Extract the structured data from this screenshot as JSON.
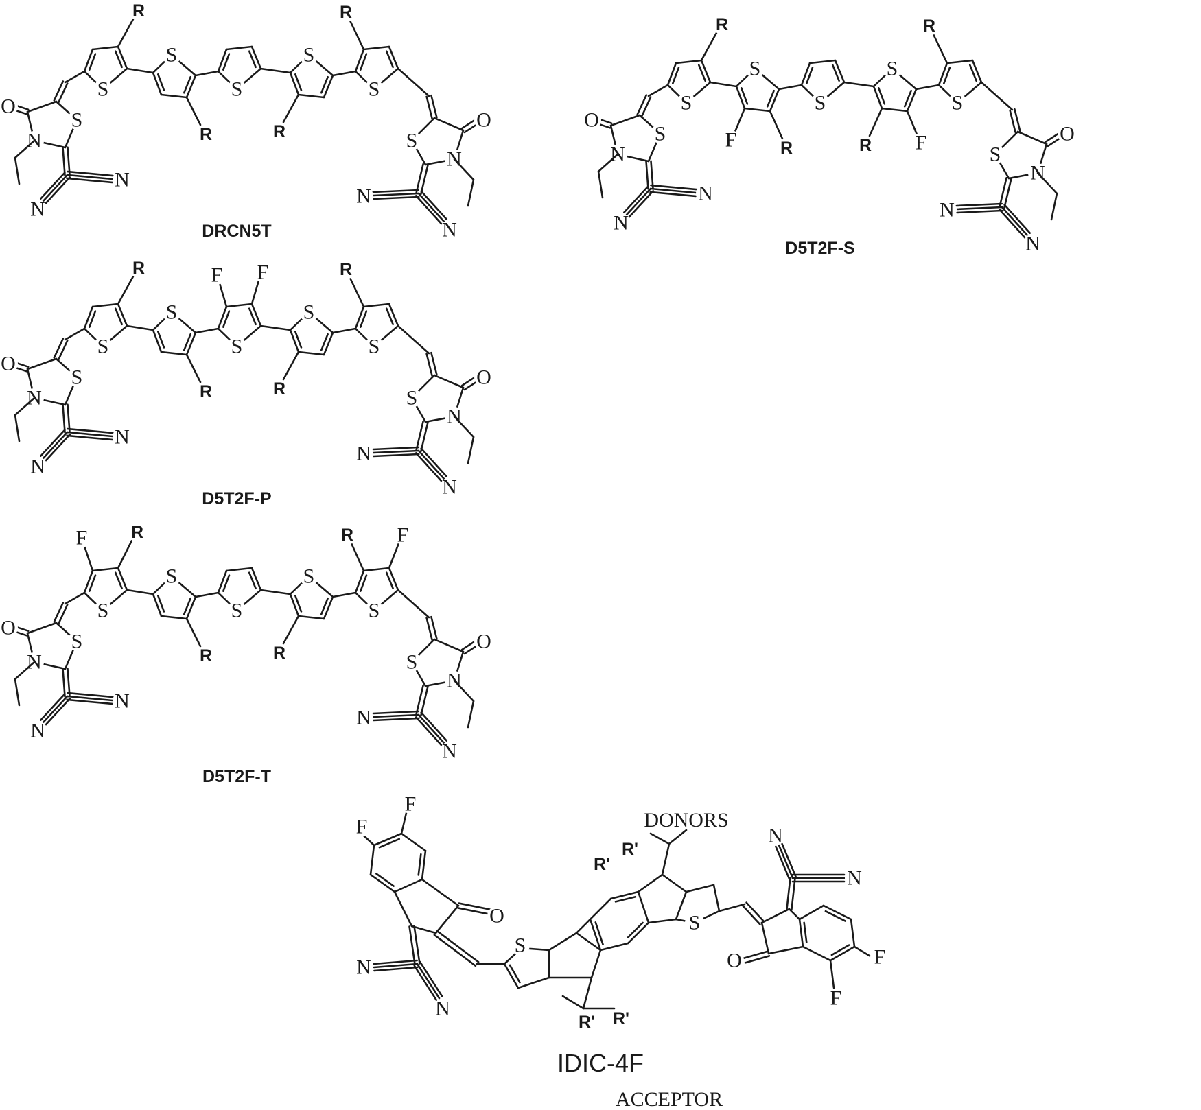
{
  "figure": {
    "section_donors": "DONORS",
    "section_acceptor": "ACCEPTOR",
    "atom_labels": {
      "sulfur": "S",
      "nitrogen": "N",
      "oxygen": "O",
      "fluorine": "F",
      "alkyl": "R",
      "alkyl_prime": "R'"
    },
    "molecules": [
      {
        "id": "drcn5t",
        "name": "DRCN5T",
        "role": "donor"
      },
      {
        "id": "d5t2f-s",
        "name": "D5T2F-S",
        "role": "donor"
      },
      {
        "id": "d5t2f-p",
        "name": "D5T2F-P",
        "role": "donor"
      },
      {
        "id": "d5t2f-t",
        "name": "D5T2F-T",
        "role": "donor"
      },
      {
        "id": "idic-4f",
        "name": "IDIC-4F",
        "role": "acceptor"
      }
    ]
  },
  "colors": {
    "ink": "#1a1a1a",
    "background": "#ffffff"
  }
}
